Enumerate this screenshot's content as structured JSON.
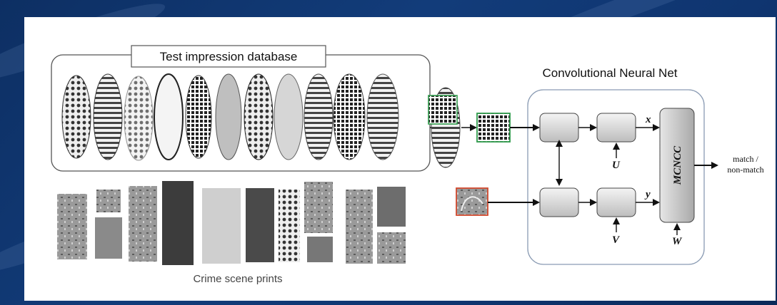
{
  "diagram": {
    "database_label": "Test impression database",
    "crime_label": "Crime scene prints",
    "cnn_title": "Convolutional Neural Net",
    "var_x": "x",
    "var_y": "y",
    "var_u": "U",
    "var_v": "V",
    "var_w": "W",
    "mcncc_label": "MCNCC",
    "output_line1": "match /",
    "output_line2": "non-match"
  },
  "colors": {
    "background": "#0f3570",
    "patch_green": "#2e9a4a",
    "patch_red": "#d2492e",
    "box_fill": "#d9d9d9"
  }
}
